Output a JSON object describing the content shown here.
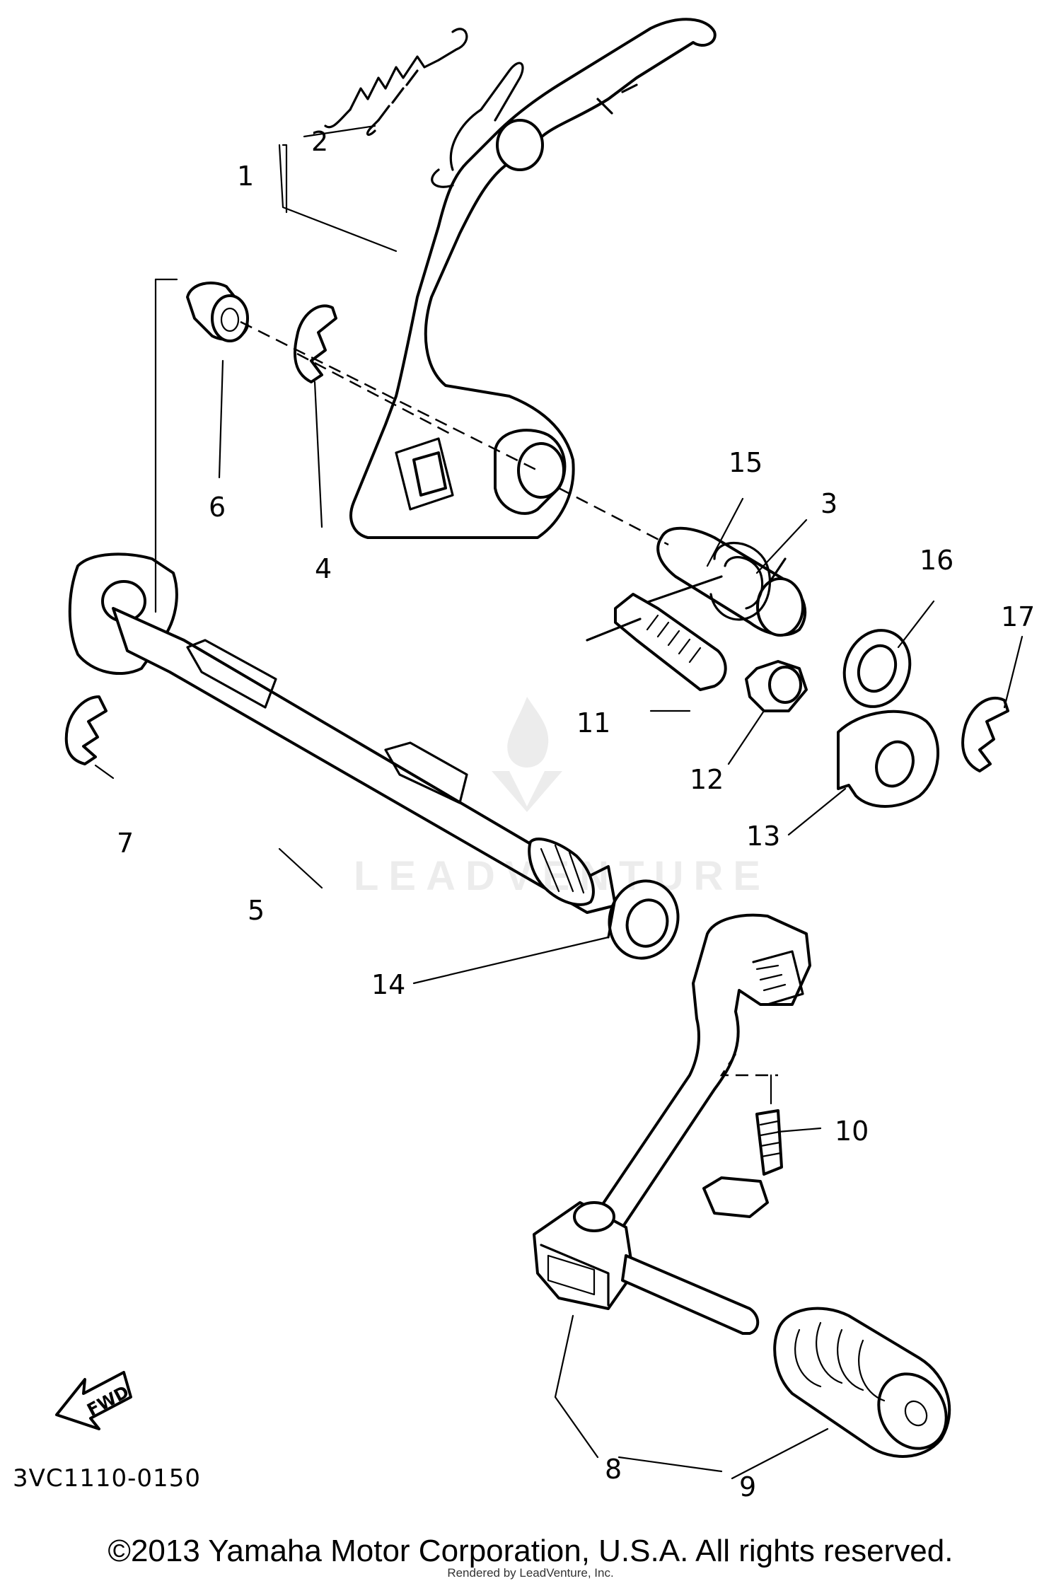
{
  "callouts": {
    "n1": "1",
    "n2": "2",
    "n3": "3",
    "n4": "4",
    "n5": "5",
    "n6": "6",
    "n7": "7",
    "n8": "8",
    "n9": "9",
    "n10": "10",
    "n11": "11",
    "n12": "12",
    "n13": "13",
    "n14": "14",
    "n15": "15",
    "n16": "16",
    "n17": "17"
  },
  "fwd_label": "FWD",
  "ref_code": "3VC1110-0150",
  "watermark": "LEADVENTURE",
  "copyright": "©2013 Yamaha Motor Corporation, U.S.A. All rights reserved.",
  "render_note": "Rendered by LeadVenture, Inc.",
  "line_color": "#000000",
  "background_color": "#ffffff"
}
